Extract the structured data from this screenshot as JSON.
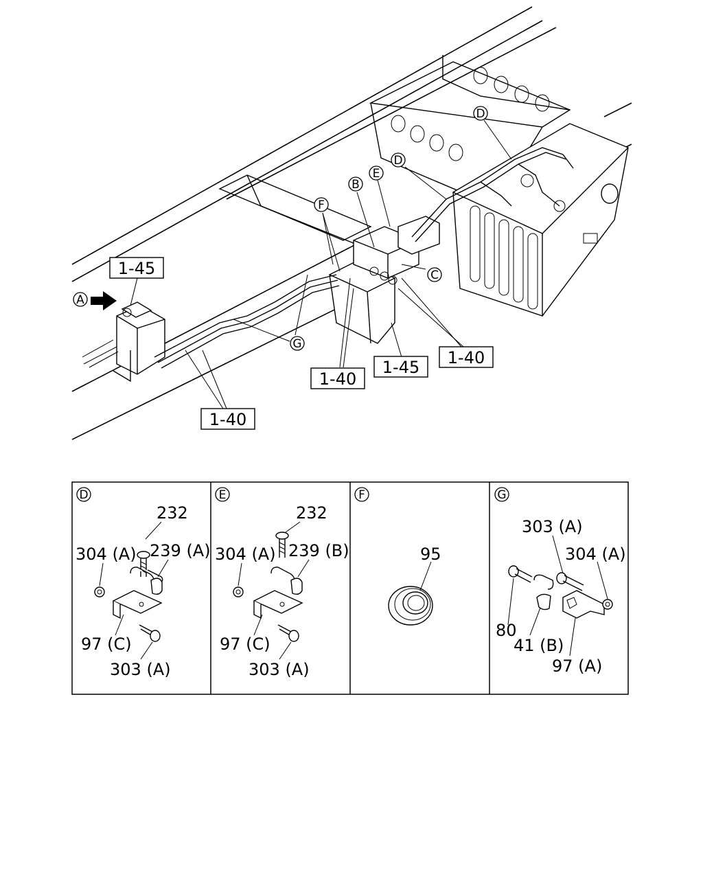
{
  "main_view": {
    "view_marker": "A",
    "section_markers": {
      "b": "B",
      "c": "C",
      "d1": "D",
      "d2": "D",
      "e": "E",
      "f": "F",
      "g": "G"
    },
    "ref_boxes": {
      "r1": "1-45",
      "r2": "1-40",
      "r3": "1-40",
      "r4": "1-45",
      "r5": "1-40"
    }
  },
  "detail_panels": [
    {
      "marker": "D",
      "labels": {
        "bolt": "232",
        "nut": "304 (A)",
        "clip": "239 (A)",
        "bracket": "97 (C)",
        "bolt2": "303 (A)"
      }
    },
    {
      "marker": "E",
      "labels": {
        "bolt": "232",
        "nut": "304 (A)",
        "clip": "239 (B)",
        "bracket": "97 (C)",
        "bolt2": "303 (A)"
      }
    },
    {
      "marker": "F",
      "labels": {
        "grommet": "95"
      }
    },
    {
      "marker": "G",
      "labels": {
        "bolt": "303 (A)",
        "nut": "304 (A)",
        "screw": "80",
        "clip": "41 (B)",
        "bracket": "97 (A)"
      }
    }
  ]
}
